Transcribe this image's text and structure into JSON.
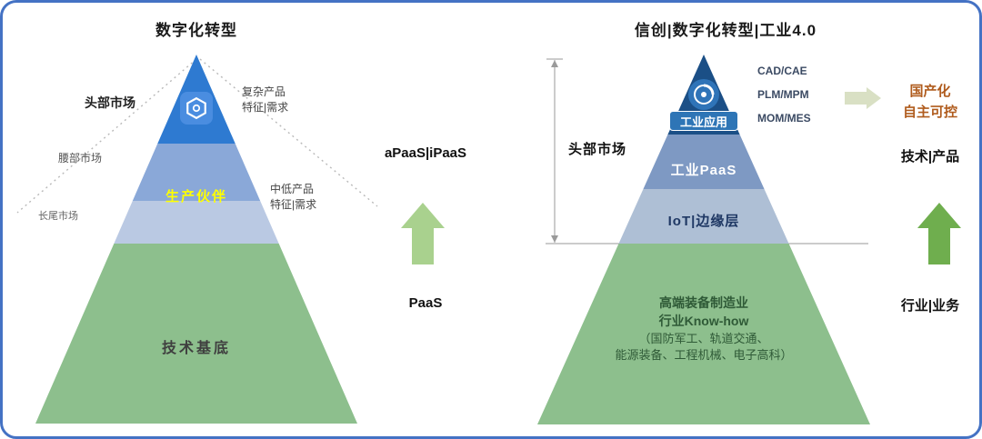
{
  "left": {
    "title": "数字化转型",
    "markets": [
      "头部市场",
      "腰部市场",
      "长尾市场"
    ],
    "demands": [
      {
        "line1": "复杂产品",
        "line2": "特征|需求"
      },
      {
        "line1": "中低产品",
        "line2": "特征|需求"
      }
    ],
    "pyramid": {
      "partner_label": "生产伙伴",
      "base_label": "技术基底"
    },
    "side": {
      "apaas": "aPaaS|iPaaS",
      "paas": "PaaS"
    }
  },
  "right": {
    "title": "信创|数字化转型|工业4.0",
    "market": "头部市场",
    "pyramid": {
      "app_label": "工业应用",
      "paas_label": "工业PaaS",
      "iot_label": "IoT|边缘层",
      "base_lines": [
        "高端装备制造业",
        "行业Know-how",
        "（国防军工、轨道交通、",
        "能源装备、工程机械、电子高科）"
      ]
    },
    "tech_stack": [
      "CAD/CAE",
      "PLM/MPM",
      "MOM/MES"
    ],
    "localization": [
      "国产化",
      "自主可控"
    ],
    "tech_product": "技术|产品",
    "industry_business": "行业|业务"
  },
  "icons": {
    "left_pyramid_logo": "hexagon-logo-icon",
    "right_pyramid_logo": "aperture-logo-icon"
  },
  "colors": {
    "border": "#4472c4",
    "left_pyramid_top": "#2e7ad1",
    "left_pyramid_mid1": "#8aa8d8",
    "left_pyramid_mid2": "#bac9e3",
    "pyramid_green": "#8dbf8d",
    "right_pyramid_top": "#1b4f86",
    "right_pyramid_paas": "#7e99c3",
    "right_pyramid_iot": "#aebfd5",
    "partner_text": "#ffff00",
    "localization_text": "#b05c1e",
    "arrow_light_green": "#a9d18e",
    "arrow_dark_green": "#6fae4e",
    "arrow_pale": "#d9e0c4"
  }
}
